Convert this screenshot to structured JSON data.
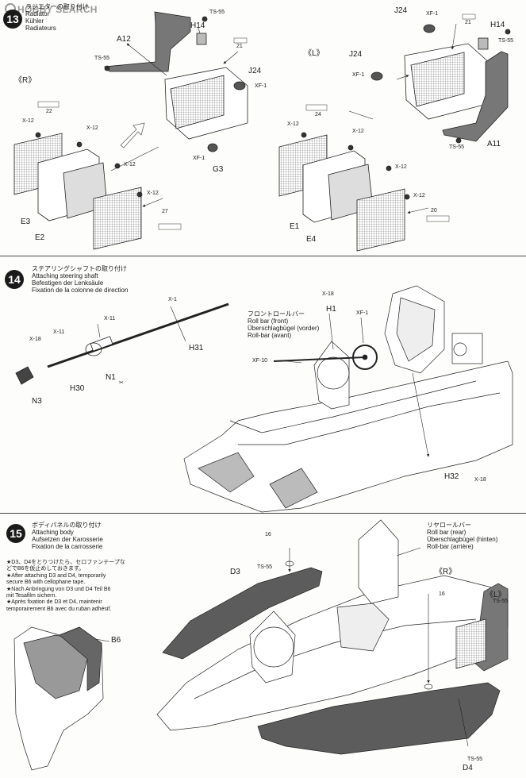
{
  "watermark": {
    "text1": "HOBBY",
    "text2": "SEARCH"
  },
  "step13": {
    "number": "13",
    "title_jp": "ラジエターの取り付け",
    "title_en": "Radiator",
    "title_de": "Kühler",
    "title_fr": "Radiateurs",
    "side_r": "《R》",
    "side_l": "《L》",
    "parts_r": {
      "a12": "A12",
      "h14": "H14",
      "j24": "J24",
      "g3": "G3",
      "e3": "E3",
      "e2": "E2"
    },
    "parts_l": {
      "j24a": "J24",
      "j24b": "J24",
      "h14": "H14",
      "a11": "A11",
      "e1": "E1",
      "e4": "E4"
    },
    "codes": {
      "ts55": "TS-55",
      "x12": "X-12",
      "xf1": "XF-1"
    },
    "refs": {
      "r21": "21",
      "r22": "22",
      "r24": "24",
      "r27": "27",
      "r20": "20"
    }
  },
  "step14": {
    "number": "14",
    "title_jp": "ステアリングシャフトの取り付け",
    "title_en": "Attaching steering shaft",
    "title_de": "Befestigen der Lenksäule",
    "title_fr": "Fixation de la colonne de direction",
    "rollbar_jp": "フロントロールバー",
    "rollbar_en": "Roll bar (front)",
    "rollbar_de": "Überschlagbügel (vorder)",
    "rollbar_fr": "Roll-bar (avant)",
    "parts": {
      "h31": "H31",
      "h30": "H30",
      "n1": "N1",
      "n3": "N3",
      "h1": "H1",
      "h32": "H32"
    },
    "codes": {
      "x1": "X-1",
      "x11": "X-11",
      "x18": "X-18",
      "xf1": "XF-1",
      "xf10": "XF-10"
    }
  },
  "step15": {
    "number": "15",
    "title_jp": "ボディパネルの取り付け",
    "title_en": "Attaching body",
    "title_de": "Aufsetzen der Karosserie",
    "title_fr": "Fixation de la carrosserie",
    "note": [
      "★D3、D4をとりつけたら、セロファンテープな",
      "どでB6を仮止めしておきます。",
      "★After attaching D3 and D4, temporarily",
      "secure B6 with cellophane tape.",
      "★Nach Anbringung von D3 und D4 Teil B6",
      "mit Tesafilm sichern.",
      "★Après fixation de D3 et D4, maintenir",
      "temporairement B6 avec du ruban adhésif."
    ],
    "rollbar_jp": "リヤロールバー",
    "rollbar_en": "Roll bar (rear)",
    "rollbar_de": "Überschlagbügel (hinten)",
    "rollbar_fr": "Roll-bar (arrière)",
    "side_r": "《R》",
    "side_l": "《L》",
    "parts": {
      "d3": "D3",
      "b6": "B6",
      "d4": "D4"
    },
    "codes": {
      "ts55": "TS-55"
    },
    "refs": {
      "r16a": "16",
      "r16b": "16"
    }
  }
}
